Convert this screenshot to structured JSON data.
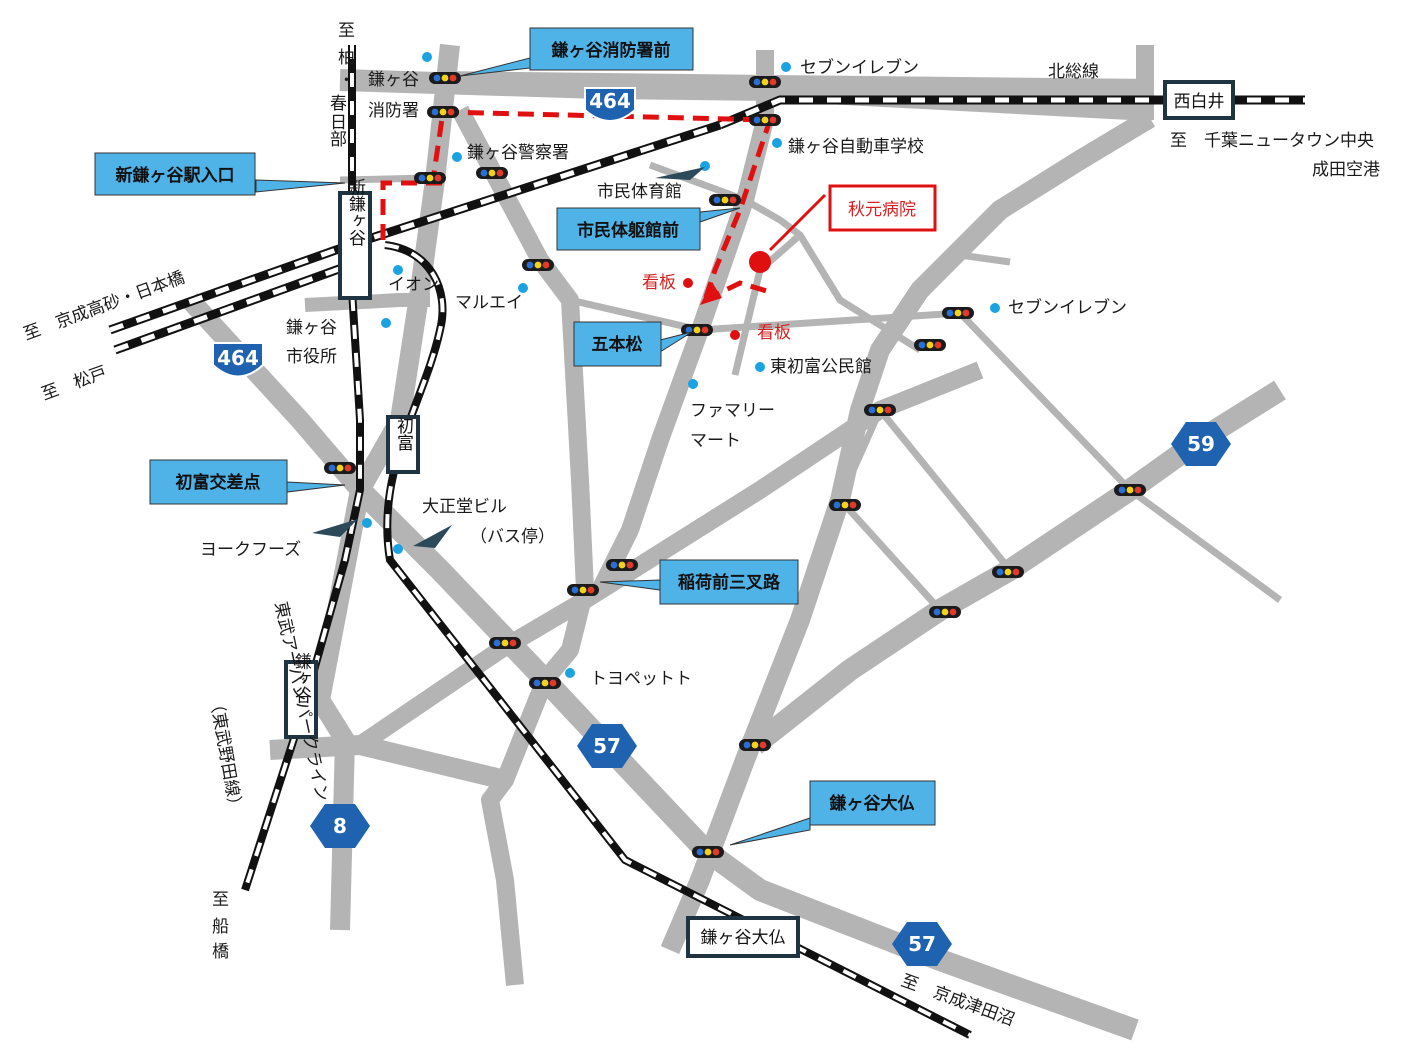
{
  "colors": {
    "road": "#b4b4b4",
    "callout_fill": "#4fb3e8",
    "route_shield": "#1f63b0",
    "accent_red": "#e01010",
    "poi_dot": "#1aa3e0"
  },
  "routes": {
    "r464_top": "464",
    "r464_left": "464",
    "r59": "59",
    "r57_mid": "57",
    "r57_bottom": "57",
    "r8": "8"
  },
  "callouts": {
    "shobosho_mae": "鎌ヶ谷消防署前",
    "shin_kamagaya_eki_iriguchi": "新鎌ヶ谷駅入口",
    "shimin_taikukan_mae": "市民体躯館前",
    "gohonmatsu": "五本松",
    "hatsutomi_kosaten": "初富交差点",
    "inarimae_sansaro": "稲荷前三叉路",
    "kamagaya_daibutsu": "鎌ヶ谷大仏"
  },
  "hospital": {
    "name": "秋元病院",
    "sign_1": "看板",
    "sign_2": "看板"
  },
  "stations": {
    "nishi_shiroi": "西白井",
    "shin_kamagaya": "新鎌ヶ谷",
    "hatsutomi": "初富",
    "kamagaya": "鎌ヶ谷",
    "kamagaya_daibutsu": "鎌ヶ谷大仏"
  },
  "labels": {
    "to_kashiwa": [
      "至",
      "柏",
      "・",
      "春",
      "日",
      "部"
    ],
    "kamagaya_top": "鎌ヶ谷",
    "shobosho": "消防署",
    "seven_eleven_top": "セブンイレブン",
    "hokuso_line": "北総線",
    "to_chiba_nt": "至　千葉ニュータウン中央",
    "narita": "成田空港",
    "police": "鎌ヶ谷警察署",
    "driving_school": "鎌ヶ谷自動車学校",
    "gym": "市民体育館",
    "to_keisei_takasago": "至　京成高砂・日本橋",
    "to_matsudo": "至　松戸",
    "aeon": "イオン",
    "maruei": "マルエイ",
    "city_hall_1": "鎌ヶ谷",
    "city_hall_2": "市役所",
    "seven_eleven_right": "セブンイレブン",
    "higashi_hatsutomi": "東初富公民館",
    "familymart_1": "ファマリー",
    "familymart_2": "マート",
    "taishodo": "大正堂ビル",
    "bus_stop": "（バス停）",
    "york_foods": "ヨークフーズ",
    "tobu_line_1": "東武アーバンパークライン",
    "tobu_line_2": "（東武野田線）",
    "toyopet": "トヨペットト",
    "to_funabashi": [
      "至",
      "船",
      "橋"
    ],
    "to_keisei_tsudanuma": "至　京成津田沼"
  }
}
